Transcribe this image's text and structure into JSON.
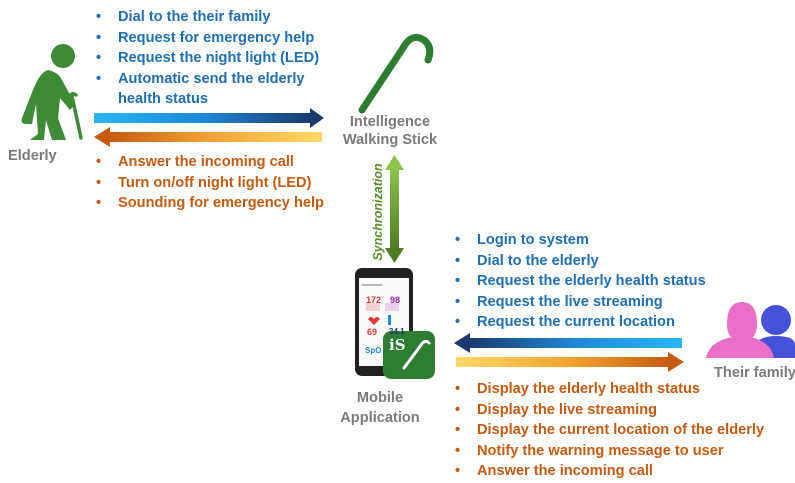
{
  "colors": {
    "blue_text": "#1f6fb2",
    "orange_text": "#c55a11",
    "label_gray": "#7a7a7a",
    "elderly_green": "#3d8b37",
    "sync_green": "#5a8f2b",
    "family_pink": "#e96fc9",
    "family_blue": "#4452d9",
    "app_icon_green": "#2e7d32"
  },
  "icons": {
    "elderly": "elderly-person-icon",
    "stick": "walking-stick-icon",
    "phone": "smartphone-icon",
    "family": "family-icon",
    "app": "app-logo-icon"
  },
  "labels": {
    "elderly": "Elderly",
    "stick_line1": "Intelligence",
    "stick_line2": "Walking Stick",
    "sync": "Synchronization",
    "mobile_line1": "Mobile",
    "mobile_line2": "Application",
    "family": "Their family",
    "app_logo": "iS"
  },
  "elderly_to_stick": [
    "Dial to the their family",
    "Request for emergency help",
    "Request the night light (LED)",
    "Automatic send the elderly"
  ],
  "elderly_to_stick_cont": "health status",
  "stick_to_elderly": [
    "Answer the incoming call",
    "Turn on/off night light (LED)",
    "Sounding for emergency help"
  ],
  "family_to_app": [
    "Login to system",
    "Dial to the elderly",
    "Request the elderly health status",
    "Request the live streaming",
    "Request the current location"
  ],
  "app_to_family": [
    "Display the elderly health status",
    "Display the live streaming",
    "Display the current location of the elderly",
    "Notify the warning message to user",
    "Answer the incoming call"
  ],
  "phone_screen": {
    "v1": "172",
    "v2": "98",
    "v3": "69",
    "v4": "34.1",
    "v5": "SpO"
  }
}
